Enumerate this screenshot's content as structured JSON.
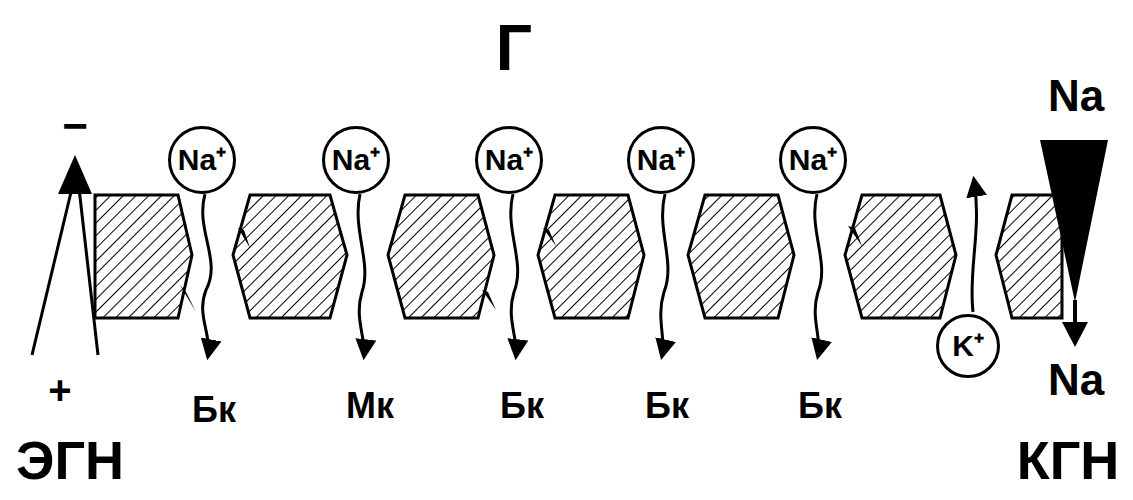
{
  "diagram": {
    "nodes": [
      {
        "text": [
          "Na⁺"
        ]
      },
      {
        "text": [
          "Na⁺"
        ]
      },
      {
        "text": [
          "Na⁺"
        ]
      },
      {
        "text": [
          "Na⁺"
        ]
      },
      {
        "text": [
          "Na⁺"
        ]
      },
      {
        "text": [
          "K⁺"
        ]
      }
    ],
    "labels": [
      "Г",
      "−",
      "Na",
      "+",
      "Бк",
      "Мк",
      "Бк",
      "Бк",
      "Бк",
      "Na",
      "ЭГН",
      "КГН"
    ]
  }
}
